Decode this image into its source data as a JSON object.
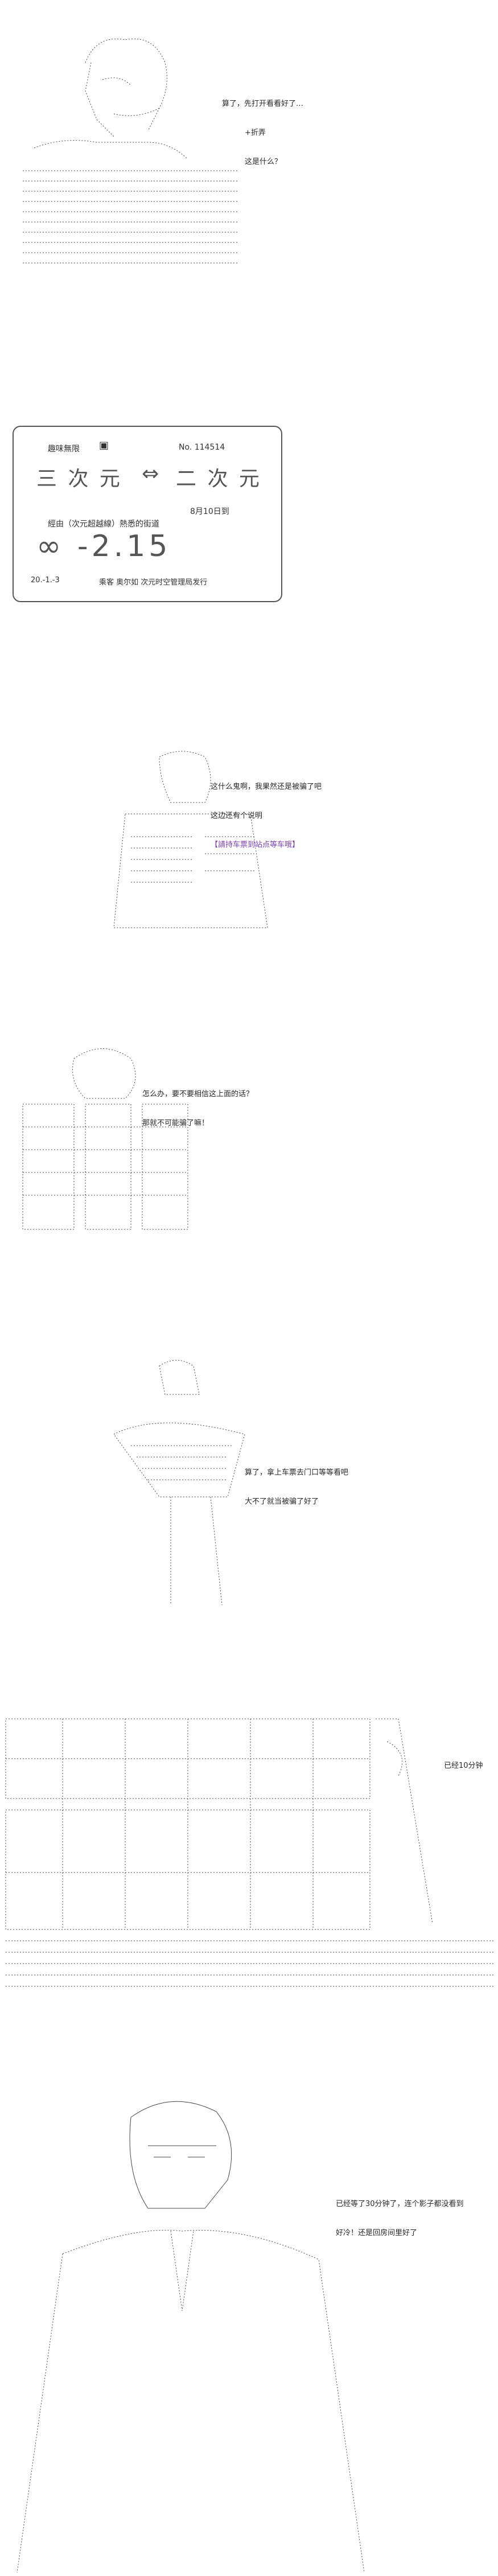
{
  "panel1": {
    "lines": [
      "算了，先打开看看好了…",
      "+折弄",
      "这是什么？"
    ]
  },
  "ticket": {
    "top_left": "趣味無限",
    "number": "No. 114514",
    "route_from": "三 次 元",
    "route_arrow": "⇔",
    "route_to": "二 次 元",
    "date": "8月10日到",
    "via": "經由（次元超越線）熱悉的街道",
    "price": "∞ -2.15",
    "issued": "20.-1.-3",
    "issuer": "乘客 奥尔如 次元时空管理局发行"
  },
  "panel3": {
    "lines": [
      "这什么鬼啊，我果然还是被骗了吧",
      "这边还有个说明"
    ],
    "highlight": "【請持车票到站点等车哦】"
  },
  "panel4": {
    "lines": [
      "怎么办，要不要相信这上面的话？",
      "那就不可能骗了嘛！"
    ]
  },
  "panel5": {
    "lines": [
      "算了，拿上车票去门口等等看吧",
      "大不了就当被骗了好了"
    ]
  },
  "panel6": {
    "lines": [
      "已经10分钟"
    ]
  },
  "panel7": {
    "lines": [
      "已经等了30分钟了，连个影子都没看到",
      "好冷！还是回房间里好了"
    ]
  }
}
